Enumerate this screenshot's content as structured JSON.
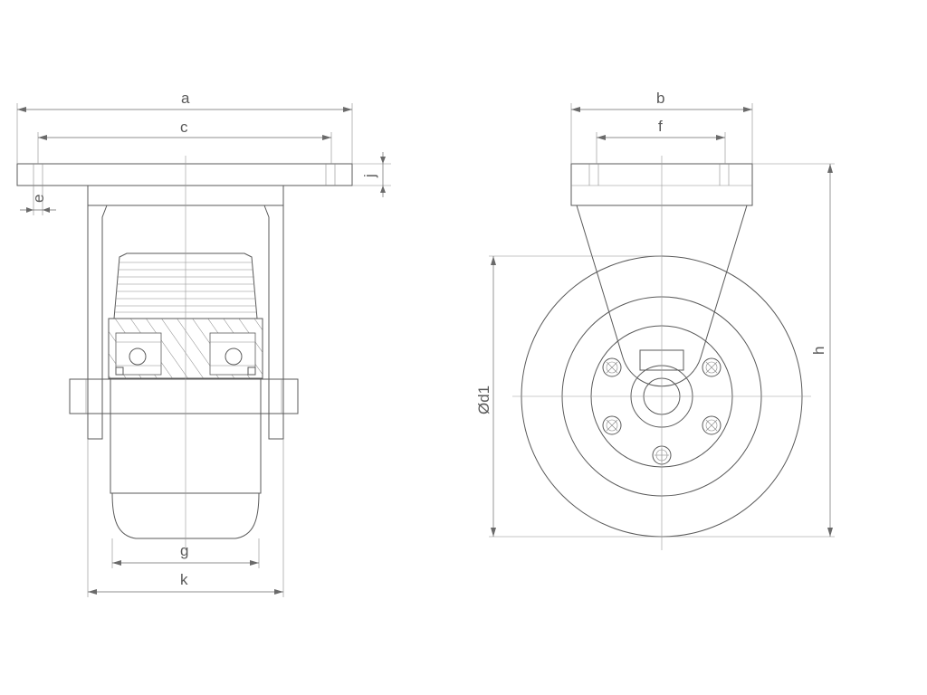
{
  "labels": {
    "a": "a",
    "c": "c",
    "e": "e",
    "j": "j",
    "g": "g",
    "k": "k",
    "b": "b",
    "f": "f",
    "h": "h",
    "d1": "Ød1"
  },
  "colors": {
    "line": "#5a5a5a",
    "background": "#ffffff"
  }
}
